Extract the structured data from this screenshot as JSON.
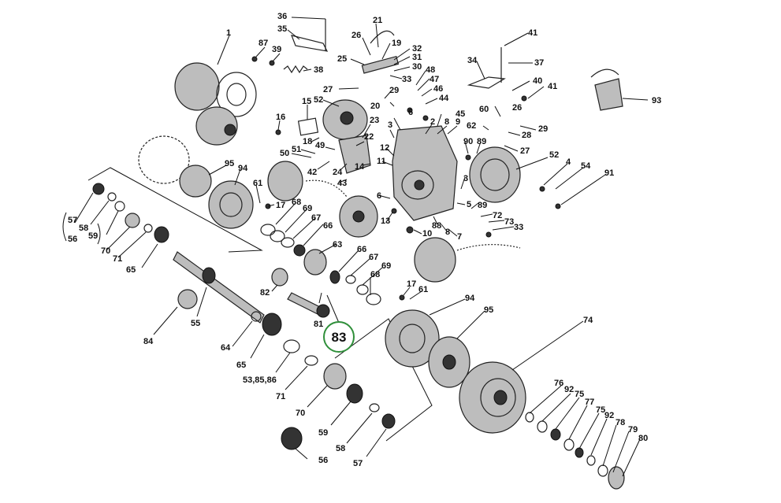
{
  "labels": [
    {
      "id": "1",
      "t": "1"
    },
    {
      "id": "36",
      "t": "36"
    },
    {
      "id": "35",
      "t": "35"
    },
    {
      "id": "21",
      "t": "21"
    },
    {
      "id": "26a",
      "t": "26"
    },
    {
      "id": "19",
      "t": "19"
    },
    {
      "id": "41a",
      "t": "41"
    },
    {
      "id": "87",
      "t": "87"
    },
    {
      "id": "39",
      "t": "39"
    },
    {
      "id": "38",
      "t": "38"
    },
    {
      "id": "25",
      "t": "25"
    },
    {
      "id": "32",
      "t": "32"
    },
    {
      "id": "31",
      "t": "31"
    },
    {
      "id": "30",
      "t": "30"
    },
    {
      "id": "33a",
      "t": "33"
    },
    {
      "id": "34",
      "t": "34"
    },
    {
      "id": "37",
      "t": "37"
    },
    {
      "id": "48",
      "t": "48"
    },
    {
      "id": "47",
      "t": "47"
    },
    {
      "id": "46",
      "t": "46"
    },
    {
      "id": "44",
      "t": "44"
    },
    {
      "id": "40",
      "t": "40"
    },
    {
      "id": "41b",
      "t": "41"
    },
    {
      "id": "93",
      "t": "93"
    },
    {
      "id": "27a",
      "t": "27"
    },
    {
      "id": "29a",
      "t": "29"
    },
    {
      "id": "52a",
      "t": "52"
    },
    {
      "id": "15",
      "t": "15"
    },
    {
      "id": "20",
      "t": "20"
    },
    {
      "id": "26b",
      "t": "26"
    },
    {
      "id": "60",
      "t": "60"
    },
    {
      "id": "45",
      "t": "45"
    },
    {
      "id": "6a",
      "t": "6"
    },
    {
      "id": "16",
      "t": "16"
    },
    {
      "id": "23",
      "t": "23"
    },
    {
      "id": "3a",
      "t": "3"
    },
    {
      "id": "2",
      "t": "2"
    },
    {
      "id": "8a",
      "t": "8"
    },
    {
      "id": "9",
      "t": "9"
    },
    {
      "id": "62",
      "t": "62"
    },
    {
      "id": "29b",
      "t": "29"
    },
    {
      "id": "28",
      "t": "28"
    },
    {
      "id": "18",
      "t": "18"
    },
    {
      "id": "22",
      "t": "22"
    },
    {
      "id": "49",
      "t": "49"
    },
    {
      "id": "51",
      "t": "51"
    },
    {
      "id": "50",
      "t": "50"
    },
    {
      "id": "12",
      "t": "12"
    },
    {
      "id": "90",
      "t": "90"
    },
    {
      "id": "89a",
      "t": "89"
    },
    {
      "id": "27b",
      "t": "27"
    },
    {
      "id": "95a",
      "t": "95"
    },
    {
      "id": "94a",
      "t": "94"
    },
    {
      "id": "42",
      "t": "42"
    },
    {
      "id": "24",
      "t": "24"
    },
    {
      "id": "14",
      "t": "14"
    },
    {
      "id": "11",
      "t": "11"
    },
    {
      "id": "52b",
      "t": "52"
    },
    {
      "id": "4",
      "t": "4"
    },
    {
      "id": "54",
      "t": "54"
    },
    {
      "id": "91",
      "t": "91"
    },
    {
      "id": "43",
      "t": "43"
    },
    {
      "id": "6b",
      "t": "6"
    },
    {
      "id": "3b",
      "t": "3"
    },
    {
      "id": "61a",
      "t": "61"
    },
    {
      "id": "17a",
      "t": "17"
    },
    {
      "id": "5",
      "t": "5"
    },
    {
      "id": "89b",
      "t": "89"
    },
    {
      "id": "72",
      "t": "72"
    },
    {
      "id": "73",
      "t": "73"
    },
    {
      "id": "33b",
      "t": "33"
    },
    {
      "id": "57a",
      "t": "57"
    },
    {
      "id": "58a",
      "t": "58"
    },
    {
      "id": "56a",
      "t": "56"
    },
    {
      "id": "59a",
      "t": "59"
    },
    {
      "id": "68a",
      "t": "68"
    },
    {
      "id": "69a",
      "t": "69"
    },
    {
      "id": "67a",
      "t": "67"
    },
    {
      "id": "66a",
      "t": "66"
    },
    {
      "id": "13",
      "t": "13"
    },
    {
      "id": "10",
      "t": "10"
    },
    {
      "id": "88",
      "t": "88"
    },
    {
      "id": "8b",
      "t": "8"
    },
    {
      "id": "7",
      "t": "7"
    },
    {
      "id": "70a",
      "t": "70"
    },
    {
      "id": "71a",
      "t": "71"
    },
    {
      "id": "65a",
      "t": "65"
    },
    {
      "id": "63",
      "t": "63"
    },
    {
      "id": "66b",
      "t": "66"
    },
    {
      "id": "67b",
      "t": "67"
    },
    {
      "id": "69b",
      "t": "69"
    },
    {
      "id": "68b",
      "t": "68"
    },
    {
      "id": "82",
      "t": "82"
    },
    {
      "id": "17b",
      "t": "17"
    },
    {
      "id": "61b",
      "t": "61"
    },
    {
      "id": "94b",
      "t": "94"
    },
    {
      "id": "95b",
      "t": "95"
    },
    {
      "id": "74",
      "t": "74"
    },
    {
      "id": "81",
      "t": "81"
    },
    {
      "id": "55",
      "t": "55"
    },
    {
      "id": "84",
      "t": "84"
    },
    {
      "id": "64",
      "t": "64"
    },
    {
      "id": "65b",
      "t": "65"
    },
    {
      "id": "5385",
      "t": "53,85,86"
    },
    {
      "id": "71b",
      "t": "71"
    },
    {
      "id": "70b",
      "t": "70"
    },
    {
      "id": "59b",
      "t": "59"
    },
    {
      "id": "58b",
      "t": "58"
    },
    {
      "id": "57b",
      "t": "57"
    },
    {
      "id": "56b",
      "t": "56"
    },
    {
      "id": "76",
      "t": "76"
    },
    {
      "id": "92a",
      "t": "92"
    },
    {
      "id": "75a",
      "t": "75"
    },
    {
      "id": "77",
      "t": "77"
    },
    {
      "id": "75b",
      "t": "75"
    },
    {
      "id": "92b",
      "t": "92"
    },
    {
      "id": "78",
      "t": "78"
    },
    {
      "id": "79",
      "t": "79"
    },
    {
      "id": "80",
      "t": "80"
    }
  ],
  "highlight": {
    "label": "83",
    "ring_color": "#2f8f3a"
  },
  "colors": {
    "ink": "#111111",
    "background": "#ffffff",
    "highlight_ring": "#2f8f3a"
  }
}
